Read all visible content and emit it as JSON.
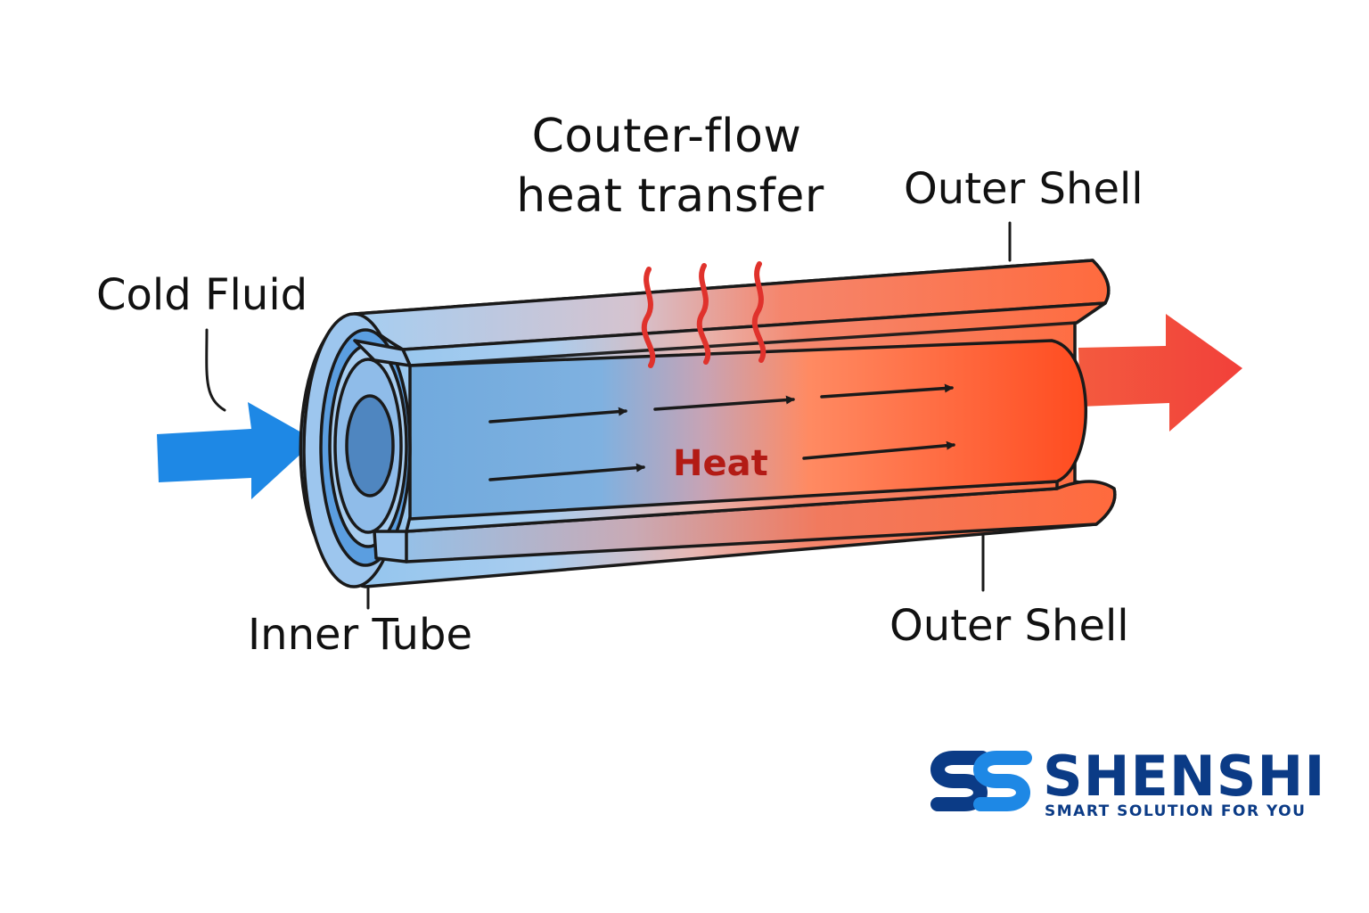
{
  "title": {
    "line1": "Couter-flow",
    "line2": "heat transfer"
  },
  "labels": {
    "cold_fluid": "Cold Fluid",
    "inner_tube": "Inner Tube",
    "outer_shell_top": "Outer Shell",
    "outer_shell_bottom": "Outer Shell",
    "heat": "Heat"
  },
  "brand": {
    "name": "SHENSHI",
    "tagline": "SMART SOLUTION FOR YOU",
    "primary_color": "#0b3b86",
    "accent_color": "#1e88e5"
  },
  "colors": {
    "cold": "#8ec3ee",
    "cold_dark": "#5a97d6",
    "hot": "#ff6a3d",
    "hot_dark": "#ff4b1f",
    "inlet_arrow": "#1e88e5",
    "outlet_arrow": "#f2453a",
    "heat_wave": "#e0322c"
  },
  "icons": {
    "inlet": "arrow-right-icon",
    "outlet": "arrow-right-icon",
    "heat_waves": "heat-wave-icon",
    "logo": "ss-logo-icon"
  }
}
